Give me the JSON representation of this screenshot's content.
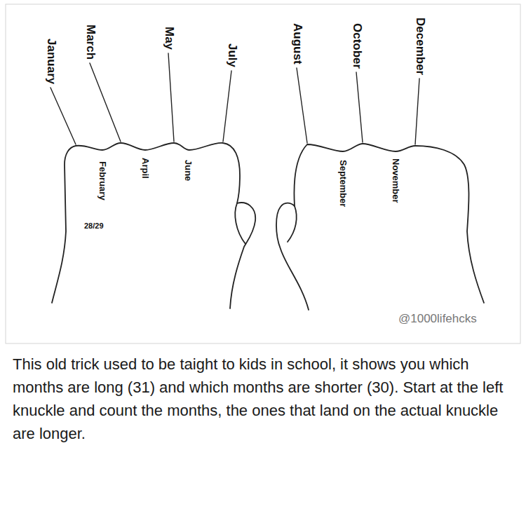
{
  "diagram": {
    "caption": "This old trick used to be taight to kids in school, it shows you which months are long (31) and which months are shorter (30). Start at the left knuckle and count the months, the ones that land on the actual knuckle are longer.",
    "labels": [
      "January",
      "March",
      "May",
      "July",
      "August",
      "October",
      "December",
      "February",
      "28/29",
      "Arpil",
      "June",
      "September",
      "November",
      "@1000lifehcks"
    ]
  }
}
